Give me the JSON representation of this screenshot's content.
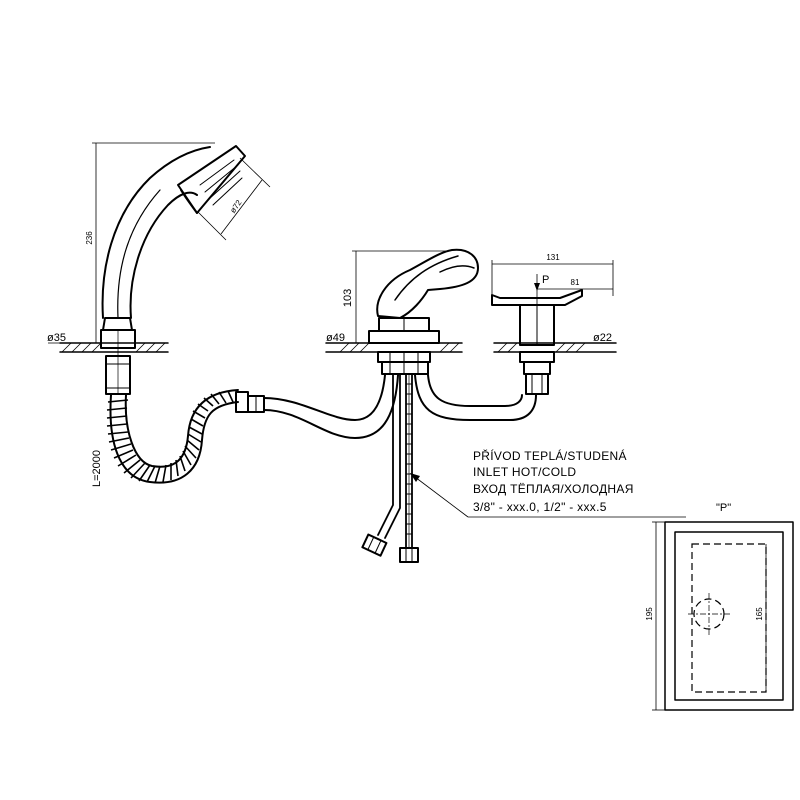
{
  "dimensions": {
    "shower_height": "236",
    "shower_head_dia": "ø72",
    "shower_base_dia": "ø35",
    "hose_length": "L=2000",
    "mixer_height": "103",
    "mixer_base_dia": "ø49",
    "diverter_width": "131",
    "diverter_offset": "81",
    "diverter_base_dia": "ø22",
    "diverter_marker": "P",
    "detail_height_outer": "195",
    "detail_height_inner": "165"
  },
  "inlet_note": {
    "line1": "PŘÍVOD TEPLÁ/STUDENÁ",
    "line2": "INLET HOT/COLD",
    "line3": "ВХОД ТЁПЛАЯ/ХОЛОДНАЯ",
    "line4": "3/8\" - xxx.0, 1/2\" - xxx.5"
  },
  "detail": {
    "label": "\"P\""
  }
}
